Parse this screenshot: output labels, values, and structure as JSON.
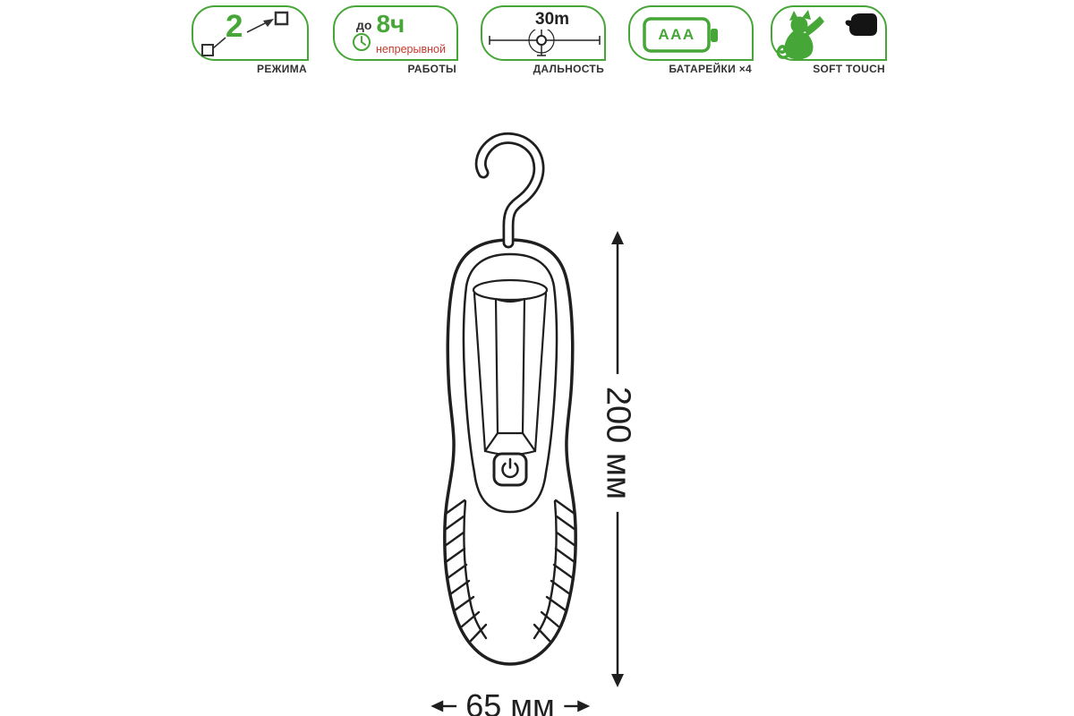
{
  "colors": {
    "accent_green": "#46A637",
    "note_red": "#C63A2E",
    "line_ink": "#1F1F1F"
  },
  "badges": {
    "modes": {
      "value": "2",
      "label": "РЕЖИМА",
      "icon": "two-modes-arrow-icon"
    },
    "runtime": {
      "prefix": "до",
      "value": "8ч",
      "note": "непрерывной",
      "label": "РАБОТЫ",
      "icon": "clock-icon"
    },
    "range": {
      "value": "30m",
      "label": "ДАЛЬНОСТЬ",
      "icon": "crosshair-icon"
    },
    "battery": {
      "value": "AAA",
      "label": "БАТАРЕЙКИ ×4",
      "icon": "battery-icon"
    },
    "soft_touch": {
      "label": "SOFT TOUCH",
      "icons": "cat-icon, glove-icon"
    }
  },
  "dimensions": {
    "height": "200 мм",
    "width": "65 мм"
  },
  "drawing": {
    "subject": "hand-held LED work light with hanging hook, power button and side grips"
  }
}
